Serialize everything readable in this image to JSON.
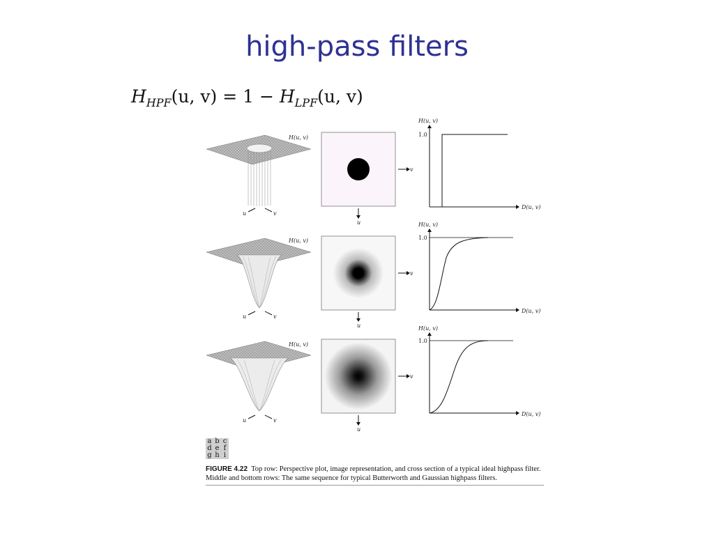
{
  "slide": {
    "title": "high-pass filters"
  },
  "formula": {
    "lhs_symbol": "H",
    "lhs_sub": "HPF",
    "args": "(u, v)",
    "eq": " = 1 − ",
    "rhs_symbol": "H",
    "rhs_sub": "LPF",
    "rhs_args": "(u, v)"
  },
  "figure": {
    "labels": {
      "h_uv": "H(u, v)",
      "u": "u",
      "v": "v",
      "d_uv": "D(u, v)",
      "one": "1.0"
    },
    "panel_letters": [
      [
        "a",
        "b",
        "c"
      ],
      [
        "d",
        "e",
        "f"
      ],
      [
        "g",
        "h",
        "i"
      ]
    ],
    "caption_label": "FIGURE 4.22",
    "caption_text": "Top row: Perspective plot, image representation, and cross section of a typical ideal highpass filter. Middle and bottom rows: The same sequence for typical Butterworth and Gaussian highpass filters."
  },
  "rows": [
    {
      "name": "ideal",
      "blur": 0,
      "radius": 0.3
    },
    {
      "name": "butterworth",
      "blur": 0.2,
      "radius": 0.33
    },
    {
      "name": "gaussian",
      "blur": 0.32,
      "radius": 0.45
    }
  ]
}
